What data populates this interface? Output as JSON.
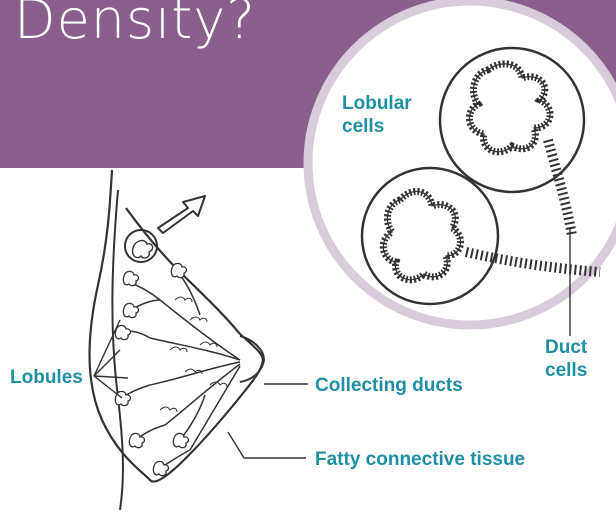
{
  "header": {
    "title": "Density?",
    "band_color": "#8a5f8e"
  },
  "labels": {
    "lobular_line1": "Lobular",
    "lobular_line2": "cells",
    "duct_line1": "Duct",
    "duct_line2": "cells",
    "lobules": "Lobules",
    "collecting_ducts": "Collecting ducts",
    "fatty_tissue": "Fatty connective tissue"
  },
  "colors": {
    "label": "#1f8fa3",
    "magnifier_ring": "#d8ccdb",
    "line_art": "#333333"
  }
}
